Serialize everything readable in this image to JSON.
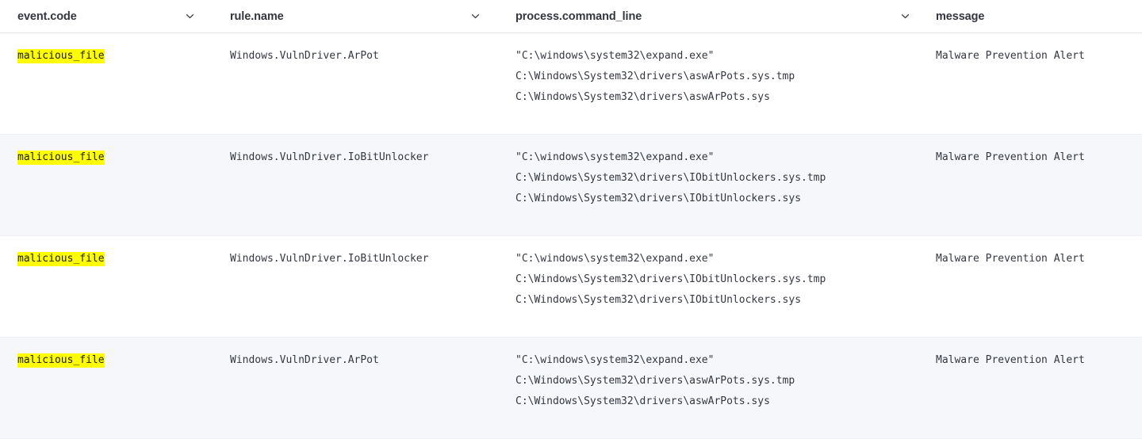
{
  "table": {
    "columns": [
      {
        "id": "event_code",
        "label": "event.code",
        "menu_icon": "chevron-down-icon"
      },
      {
        "id": "rule_name",
        "label": "rule.name",
        "menu_icon": "chevron-down-icon"
      },
      {
        "id": "command_line",
        "label": "process.command_line",
        "menu_icon": "chevron-down-icon"
      },
      {
        "id": "message",
        "label": "message",
        "menu_icon": null
      }
    ],
    "highlight_color": "#ffff00",
    "stripe_color": "#f5f7fa",
    "rows": [
      {
        "event_code": "malicious_file",
        "rule_name": "Windows.VulnDriver.ArPot",
        "command_line_lines": [
          "\"C:\\windows\\system32\\expand.exe\"",
          "C:\\Windows\\System32\\drivers\\aswArPots.sys.tmp",
          "C:\\Windows\\System32\\drivers\\aswArPots.sys"
        ],
        "message": "Malware Prevention Alert"
      },
      {
        "event_code": "malicious_file",
        "rule_name": "Windows.VulnDriver.IoBitUnlocker",
        "command_line_lines": [
          "\"C:\\windows\\system32\\expand.exe\"",
          "C:\\Windows\\System32\\drivers\\IObitUnlockers.sys.tmp",
          "C:\\Windows\\System32\\drivers\\IObitUnlockers.sys"
        ],
        "message": "Malware Prevention Alert"
      },
      {
        "event_code": "malicious_file",
        "rule_name": "Windows.VulnDriver.IoBitUnlocker",
        "command_line_lines": [
          "\"C:\\windows\\system32\\expand.exe\"",
          "C:\\Windows\\System32\\drivers\\IObitUnlockers.sys.tmp",
          "C:\\Windows\\System32\\drivers\\IObitUnlockers.sys"
        ],
        "message": "Malware Prevention Alert"
      },
      {
        "event_code": "malicious_file",
        "rule_name": "Windows.VulnDriver.ArPot",
        "command_line_lines": [
          "\"C:\\windows\\system32\\expand.exe\"",
          "C:\\Windows\\System32\\drivers\\aswArPots.sys.tmp",
          "C:\\Windows\\System32\\drivers\\aswArPots.sys"
        ],
        "message": "Malware Prevention Alert"
      }
    ]
  }
}
